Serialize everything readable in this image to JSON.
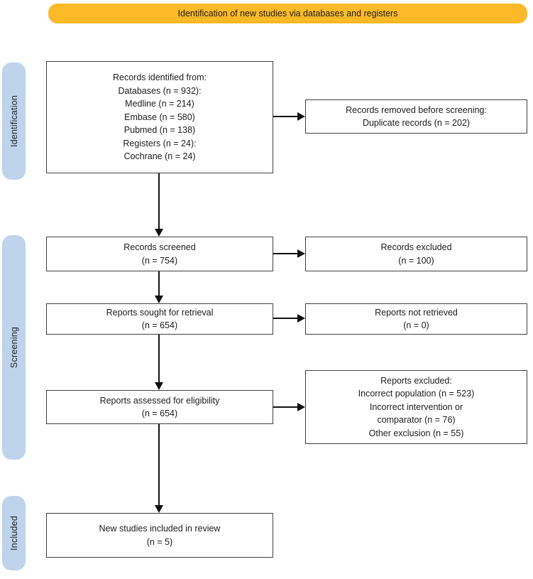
{
  "banner": {
    "label": "Identification of new studies via databases and registers"
  },
  "colors": {
    "banner_bg": "#FCB928",
    "sidebar_bg": "#BED4EC",
    "box_border": "#404040",
    "text": "#1c1c1c",
    "arrow": "#111111"
  },
  "sidebar": {
    "identification": "Identification",
    "screening": "Screening",
    "included": "Included"
  },
  "boxes": {
    "records_identified": {
      "lines": [
        "Records identified from:",
        "Databases (n = 932):",
        "Medline (n = 214)",
        "Embase (n = 580)",
        "Pubmed (n = 138)",
        "Registers (n = 24):",
        "Cochrane (n = 24)"
      ]
    },
    "records_removed": {
      "lines": [
        "Records removed before screening:",
        "Duplicate records (n = 202)"
      ]
    },
    "records_screened": {
      "lines": [
        "Records screened",
        "(n = 754)"
      ]
    },
    "records_excluded": {
      "lines": [
        "Records excluded",
        "(n = 100)"
      ]
    },
    "reports_sought": {
      "lines": [
        "Reports sought for retrieval",
        "(n = 654)"
      ]
    },
    "reports_not_retrieved": {
      "lines": [
        "Reports not retrieved",
        "(n = 0)"
      ]
    },
    "reports_assessed": {
      "lines": [
        "Reports assessed for eligibility",
        "(n = 654)"
      ]
    },
    "reports_excluded": {
      "lines": [
        "Reports excluded:",
        "Incorrect population (n = 523)",
        "Incorrect intervention or",
        "comparator (n = 76)",
        "Other exclusion (n = 55)"
      ]
    },
    "new_studies_included": {
      "lines": [
        "New studies included in review",
        "(n = 5)"
      ]
    }
  }
}
